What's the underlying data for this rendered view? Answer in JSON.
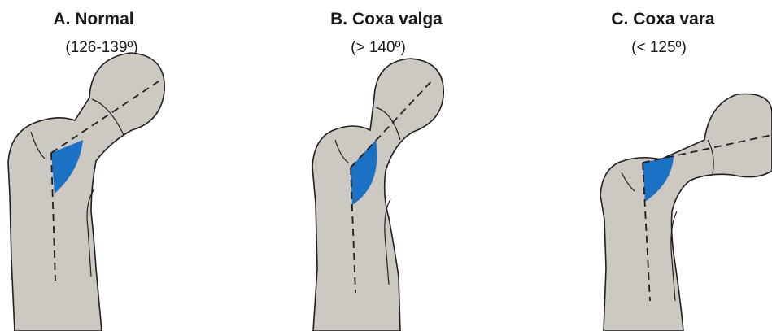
{
  "panels": [
    {
      "title": "A. Normal",
      "range": "(126-139º)"
    },
    {
      "title": "B. Coxa valga",
      "range": "(> 140º)"
    },
    {
      "title": "C. Coxa vara",
      "range": "(< 125º)"
    }
  ],
  "colors": {
    "bone_fill": "#cdc8c1",
    "outline": "#1f1f1f",
    "angle_fill": "#1b72c4",
    "background": "#ffffff"
  }
}
